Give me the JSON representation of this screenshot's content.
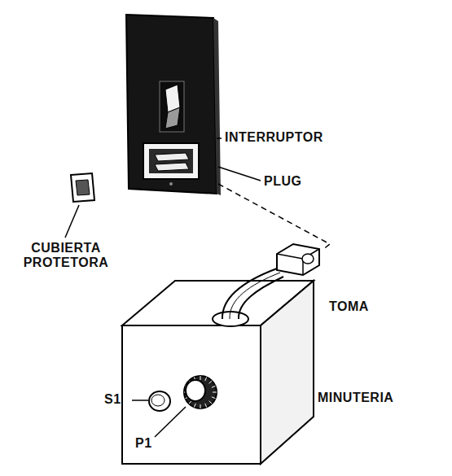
{
  "diagram": {
    "labels": [
      "INTERRUPTOR",
      "PLUG",
      "CUBIERTA PROTETORA",
      "TOMA",
      "MINUTERIA",
      "S1",
      "P1"
    ]
  }
}
